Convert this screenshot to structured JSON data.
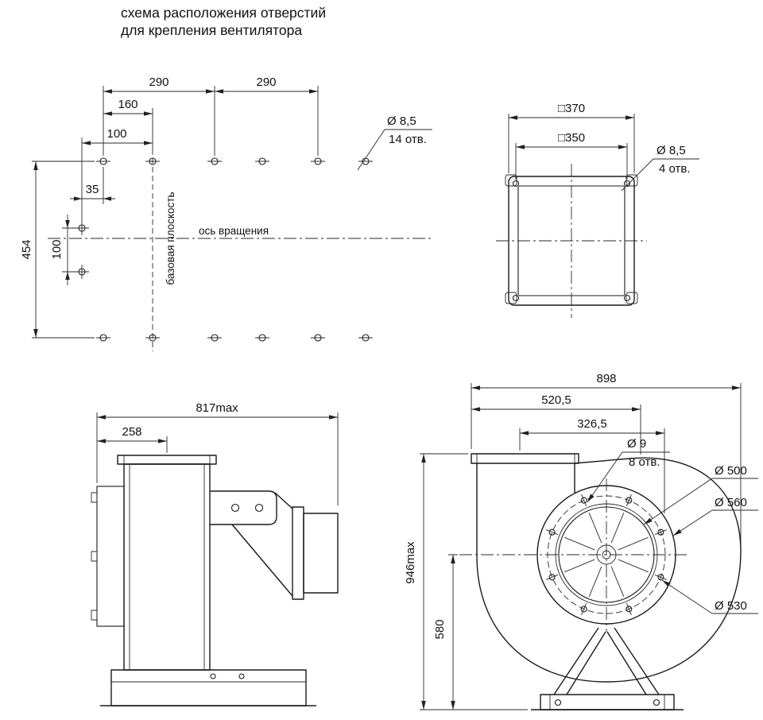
{
  "title": {
    "line1": "схема расположения отверстий",
    "line2": "для крепления вентилятора"
  },
  "hole_layout": {
    "dim_290_left": "290",
    "dim_290_right": "290",
    "dim_160": "160",
    "dim_100_top": "100",
    "dim_35": "35",
    "dim_100_side": "100",
    "dim_454": "454",
    "holes_dia": "Ø 8,5",
    "holes_count": "14 отв.",
    "base_plane": "базовая плоскость",
    "axis": "ось вращения"
  },
  "flange_view": {
    "dim_370": "□370",
    "dim_350": "□350",
    "holes_dia": "Ø 8,5",
    "holes_count": "4 отв."
  },
  "side_view": {
    "dim_817": "817max",
    "dim_258": "258"
  },
  "front_view": {
    "dim_898": "898",
    "dim_520": "520,5",
    "dim_326": "326,5",
    "holes_dia": "Ø 9",
    "holes_count": "8 отв.",
    "dia_500": "Ø 500",
    "dia_560": "Ø 560",
    "dia_530": "Ø 530",
    "dim_946": "946max",
    "dim_580": "580"
  },
  "colors": {
    "line": "#1a1a1a",
    "background": "#ffffff"
  }
}
